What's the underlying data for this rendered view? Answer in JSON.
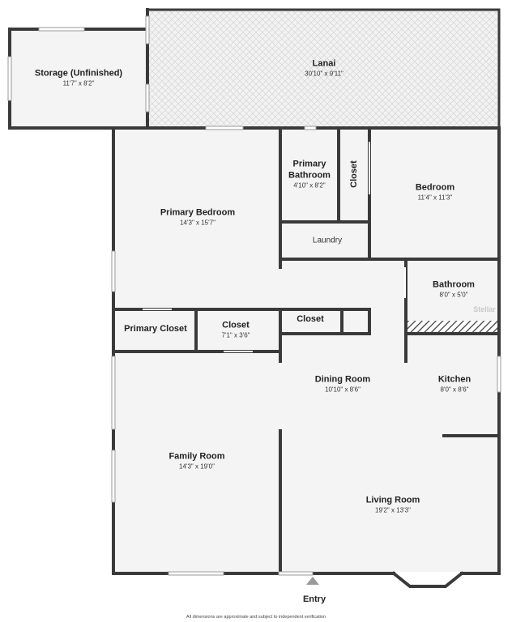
{
  "rooms": {
    "storage": {
      "name": "Storage (Unfinished)",
      "dims": "11'7\" x 8'2\""
    },
    "lanai": {
      "name": "Lanai",
      "dims": "30'10\" x 9'11\""
    },
    "primary_bath": {
      "name_line1": "Primary",
      "name_line2": "Bathroom",
      "dims": "4'10\" x 8'2\""
    },
    "closet_vertical": {
      "name": "Closet"
    },
    "bedroom": {
      "name": "Bedroom",
      "dims": "11'4\" x 11'3\""
    },
    "primary_bedroom": {
      "name": "Primary Bedroom",
      "dims": "14'3\" x 15'7\""
    },
    "laundry": {
      "name": "Laundry"
    },
    "bathroom": {
      "name": "Bathroom",
      "dims": "8'0\" x 5'0\""
    },
    "primary_closet": {
      "name": "Primary Closet"
    },
    "closet_mid": {
      "name": "Closet",
      "dims": "7'1\" x 3'6\""
    },
    "closet_small": {
      "name": "Closet"
    },
    "dining": {
      "name": "Dining Room",
      "dims": "10'10\" x 8'6\""
    },
    "kitchen": {
      "name": "Kitchen",
      "dims": "8'0\" x 8'6\""
    },
    "family": {
      "name": "Family Room",
      "dims": "14'3\" x 19'0\""
    },
    "living": {
      "name": "Living Room",
      "dims": "19'2\" x 13'3\""
    }
  },
  "entry_label": "Entry",
  "disclaimer": "All dimensions are approximate and subject to independent verification",
  "watermark": "Stellar",
  "colors": {
    "wall": "#3a3a3a",
    "floor": "#f4f4f4",
    "window": "#ffffff",
    "lanai_tile": "#d9d9d9",
    "entry_arrow": "#9a9a9a"
  }
}
